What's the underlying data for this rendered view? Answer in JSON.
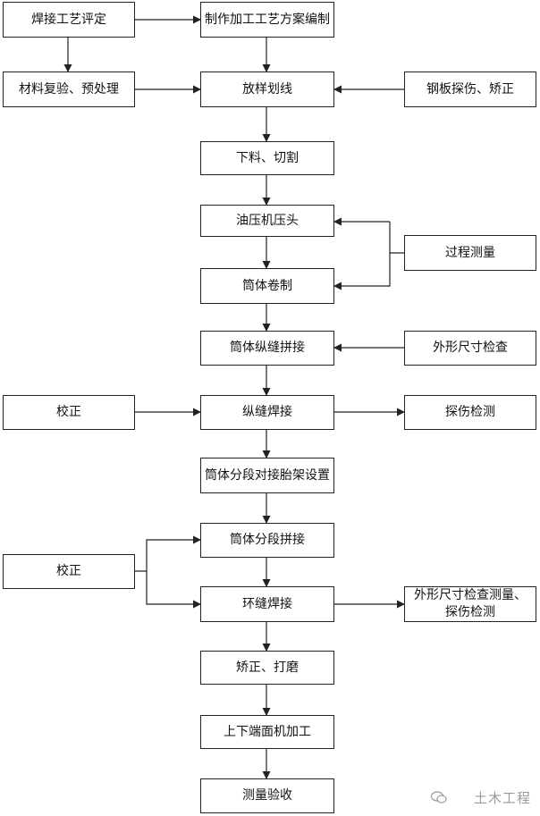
{
  "nodes": {
    "n1": "焊接工艺评定",
    "n2": "制作加工工艺方案编制",
    "n3": "材料复验、预处理",
    "n4": "放样划线",
    "n5": "钢板探伤、矫正",
    "n6": "下料、切割",
    "n7": "油压机压头",
    "n8": "过程测量",
    "n9": "筒体卷制",
    "n10": "筒体纵缝拼接",
    "n11": "外形尺寸检查",
    "n12": "校正",
    "n13": "纵缝焊接",
    "n14": "探伤检测",
    "n15": "筒体分段对接胎架设置",
    "n16": "筒体分段拼接",
    "n17": "校正",
    "n18": "环缝焊接",
    "n19": "外形尺寸检查测量、探伤检测",
    "n20": "矫正、打磨",
    "n21": "上下端面机加工",
    "n22": "测量验收"
  },
  "watermark": "土木工程",
  "icons": {
    "watermark": "wechat-icon"
  },
  "colors": {
    "line": "#222222",
    "box_border": "#222222"
  }
}
